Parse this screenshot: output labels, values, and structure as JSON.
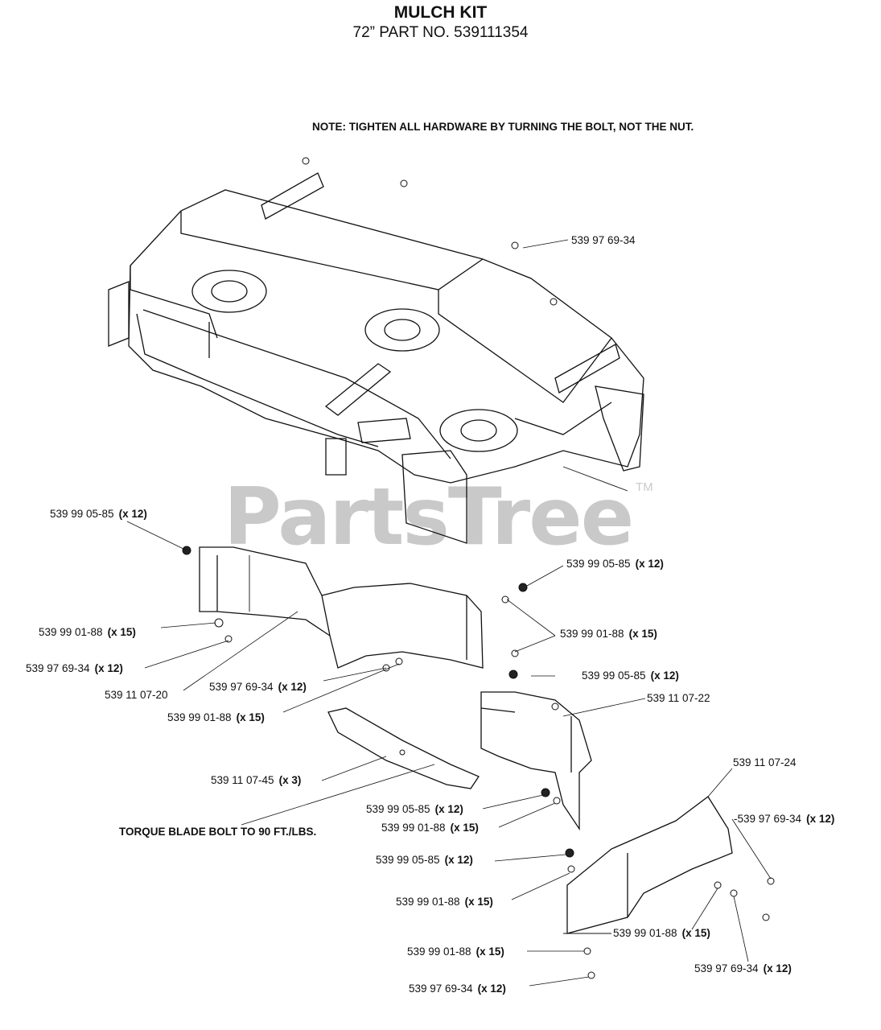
{
  "header": {
    "title": "MULCH KIT",
    "subtitle": "72” PART NO. 539111354"
  },
  "note": "NOTE: TIGHTEN ALL HARDWARE BY TURNING THE BOLT, NOT THE NUT.",
  "torque_note": "TORQUE BLADE BOLT TO 90 FT./LBS.",
  "watermark": {
    "text": "PartsTree",
    "tm": "TM"
  },
  "callouts": [
    {
      "part": "539 97 69-34",
      "qty": ""
    },
    {
      "part": "539 99 05-85",
      "qty": "(x 12)"
    },
    {
      "part": "539 99 01-88",
      "qty": "(x 15)"
    },
    {
      "part": "539 97 69-34",
      "qty": "(x 12)"
    },
    {
      "part": "539 11 07-20",
      "qty": ""
    },
    {
      "part": "539 97 69-34",
      "qty": "(x 12)"
    },
    {
      "part": "539 99 01-88",
      "qty": "(x 15)"
    },
    {
      "part": "539 99 05-85",
      "qty": "(x 12)"
    },
    {
      "part": "539 99 01-88",
      "qty": "(x 15)"
    },
    {
      "part": "539 99 05-85",
      "qty": "(x 12)"
    },
    {
      "part": "539 11 07-22",
      "qty": ""
    },
    {
      "part": "539 11 07-45",
      "qty": "(x 3)"
    },
    {
      "part": "539 11 07-24",
      "qty": ""
    },
    {
      "part": "539 99 05-85",
      "qty": "(x 12)"
    },
    {
      "part": "-539 97 69-34",
      "qty": "(x 12)"
    },
    {
      "part": "539 99 01-88",
      "qty": "(x 15)"
    },
    {
      "part": "539 99 05-85",
      "qty": "(x 12)"
    },
    {
      "part": "539 99 01-88",
      "qty": "(x 15)"
    },
    {
      "part": "539 99 01-88",
      "qty": "(x 15)"
    },
    {
      "part": "539 99 01-88",
      "qty": "(x 15)"
    },
    {
      "part": "539 97 69-34",
      "qty": "(x 12)"
    },
    {
      "part": "539 97 69-34",
      "qty": "(x 12)"
    }
  ]
}
